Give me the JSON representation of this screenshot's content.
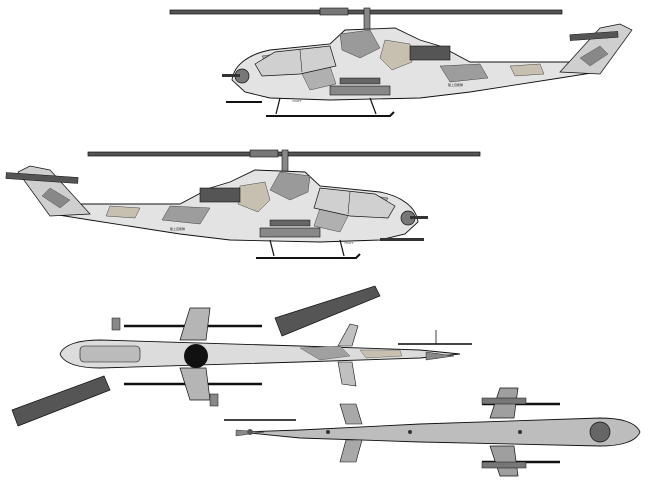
{
  "views": {
    "side_right": {
      "serial": "73477",
      "service_marking": "陸上自衛隊"
    },
    "side_left": {
      "serial": "73477",
      "service_marking": "陸上自衛隊"
    }
  },
  "colors": {
    "outline": "#111111",
    "rotor": "#444444",
    "camo_light": "#e6e6e6",
    "camo_mid": "#b4b4b4",
    "camo_dark": "#7e7e7e",
    "camo_sand": "#c8c0b0",
    "blade_dark": "#5a5a5a",
    "underside": "#bdbdbd",
    "background": "#ffffff"
  }
}
